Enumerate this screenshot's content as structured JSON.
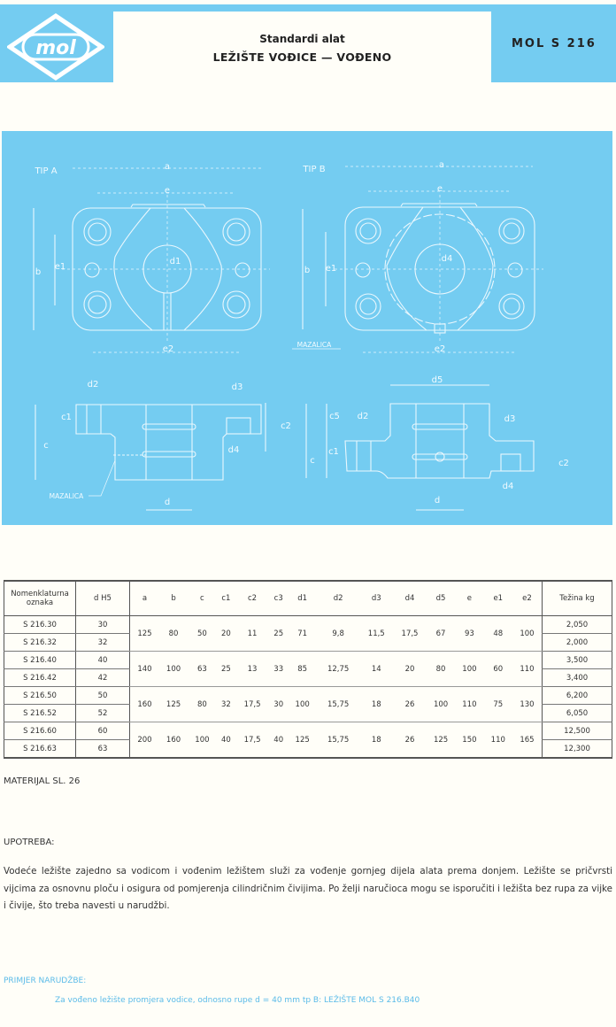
{
  "header": {
    "logo_text": "mol",
    "subtitle": "Standardi alat",
    "title": "LEŽIŠTE VOĐICE — VOĐENO",
    "code": "MOL S 216"
  },
  "colors": {
    "accent": "#74ccf1",
    "line": "#eaf7fd"
  },
  "drawing": {
    "tip_a": {
      "title": "TIP A",
      "a": "a",
      "e": "e",
      "b": "b",
      "e1": "e1",
      "d1": "d1",
      "e2": "e2",
      "d2": "d2",
      "d3": "d3",
      "c1": "c1",
      "c": "c",
      "c2": "c2",
      "d4": "d4",
      "d": "d",
      "mazalica": "MAZALICA"
    },
    "tip_b": {
      "title": "TIP B",
      "a": "a",
      "e": "e",
      "b": "b",
      "e1": "e1",
      "d4_top": "d4",
      "e2": "e2",
      "mazalica": "MAZALICA",
      "d5": "d5",
      "d2": "d2",
      "d3": "d3",
      "c5": "c5",
      "c": "c",
      "c1": "c1",
      "c2": "c2",
      "d4": "d4",
      "d": "d"
    }
  },
  "table": {
    "headers": {
      "name": "Nomenklaturna oznaka",
      "d": "d H5",
      "weight": "Težina kg",
      "params": [
        "a",
        "b",
        "c",
        "c1",
        "c2",
        "c3",
        "d1",
        "d2",
        "d3",
        "d4",
        "d5",
        "e",
        "e1",
        "e2"
      ]
    },
    "rows": [
      {
        "name": "S 216.30",
        "d": "30",
        "weight": "2,050"
      },
      {
        "name": "S 216.32",
        "d": "32",
        "weight": "2,000"
      },
      {
        "name": "S 216.40",
        "d": "40",
        "weight": "3,500"
      },
      {
        "name": "S 216.42",
        "d": "42",
        "weight": "3,400"
      },
      {
        "name": "S 216.50",
        "d": "50",
        "weight": "6,200"
      },
      {
        "name": "S 216.52",
        "d": "52",
        "weight": "6,050"
      },
      {
        "name": "S 216.60",
        "d": "60",
        "weight": "12,500"
      },
      {
        "name": "S 216.63",
        "d": "63",
        "weight": "12,300"
      }
    ],
    "groups": [
      [
        "125",
        "80",
        "50",
        "20",
        "11",
        "25",
        "71",
        "9,8",
        "11,5",
        "17,5",
        "67",
        "93",
        "48",
        "100"
      ],
      [
        "140",
        "100",
        "63",
        "25",
        "13",
        "33",
        "85",
        "12,75",
        "14",
        "20",
        "80",
        "100",
        "60",
        "110"
      ],
      [
        "160",
        "125",
        "80",
        "32",
        "17,5",
        "30",
        "100",
        "15,75",
        "18",
        "26",
        "100",
        "110",
        "75",
        "130"
      ],
      [
        "200",
        "160",
        "100",
        "40",
        "17,5",
        "40",
        "125",
        "15,75",
        "18",
        "26",
        "125",
        "150",
        "110",
        "165"
      ]
    ]
  },
  "material": "MATERIJAL SL. 26",
  "usage": {
    "heading": "UPOTREBA:",
    "text": "Vodeće ležište zajedno sa vodicom i vođenim ležištem služi za vođenje gornjeg dijela alata prema donjem. Ležište se pričvrsti vijcima za osnovnu ploču i osigura od pomjerenja cilindričnim čivijima. Po želji naručioca mogu se isporučiti i ležišta bez rupa za vijke i čivije, što treba navesti u narudžbi."
  },
  "order": {
    "heading": "PRIMJER NARUDŽBE:",
    "text": "Za vođeno ležište promjera vodice, odnosno rupe d = 40 mm tp B: LEŽIŠTE MOL S 216.B40"
  }
}
